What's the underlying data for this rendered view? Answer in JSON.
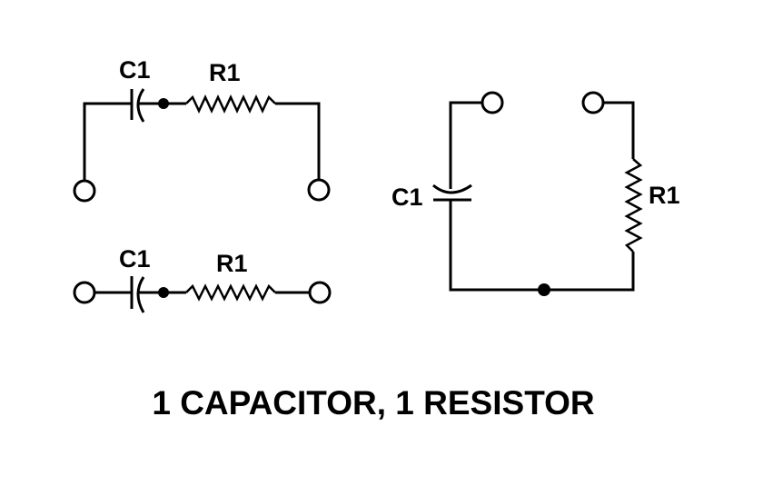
{
  "diagram": {
    "title": "1 CAPACITOR, 1 RESISTOR",
    "circuits": [
      {
        "id": "top-left",
        "description": "Capacitor C1 in series with resistor R1, leads bent down to two terminals",
        "labels": {
          "capacitor": "C1",
          "resistor": "R1"
        }
      },
      {
        "id": "bottom-left",
        "description": "Capacitor C1 in series with resistor R1, inline between two terminals",
        "labels": {
          "capacitor": "C1",
          "resistor": "R1"
        }
      },
      {
        "id": "right",
        "description": "Loop with C1 on left vertical branch and R1 on right vertical branch, joined at bottom node, two terminals at top",
        "labels": {
          "capacitor": "C1",
          "resistor": "R1"
        }
      }
    ]
  },
  "colors": {
    "ink": "#000000",
    "background": "#ffffff"
  }
}
